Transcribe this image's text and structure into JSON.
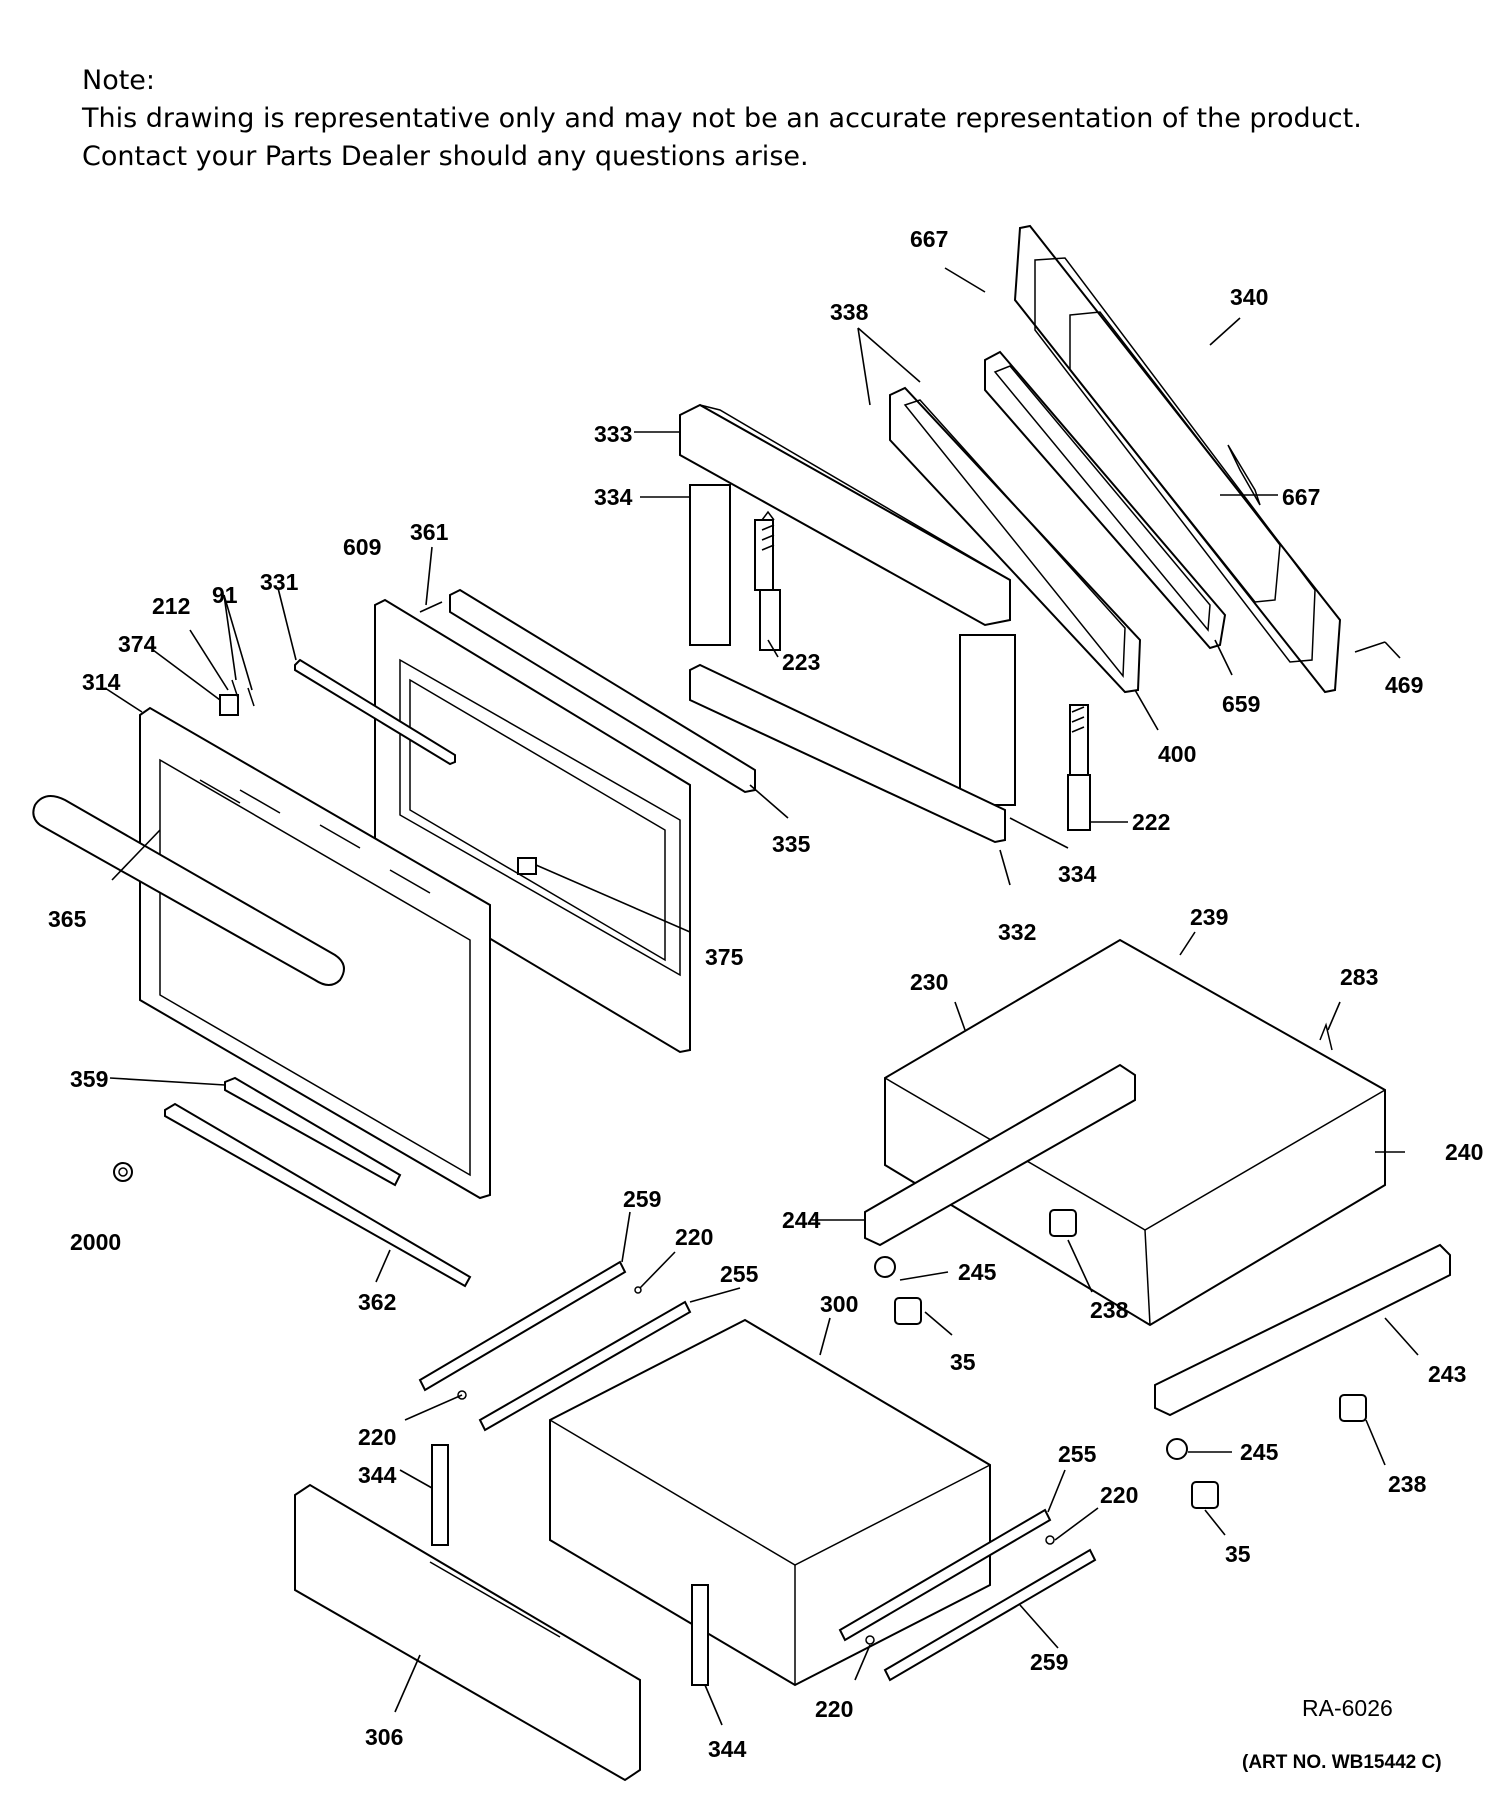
{
  "note": {
    "heading": "Note:",
    "line1": "This drawing is representative only and may not be an accurate representation of the product.",
    "line2": "Contact your Parts Dealer should any questions arise."
  },
  "footer": {
    "ref": "RA-6026",
    "art_no": "(ART NO. WB15442 C)"
  },
  "callouts": [
    "667",
    "340",
    "338",
    "333",
    "334",
    "667",
    "223",
    "361",
    "609",
    "212",
    "91",
    "331",
    "374",
    "314",
    "469",
    "659",
    "400",
    "335",
    "222",
    "334",
    "365",
    "375",
    "332",
    "239",
    "230",
    "283",
    "359",
    "240",
    "2000",
    "259",
    "220",
    "255",
    "300",
    "244",
    "245",
    "238",
    "35",
    "243",
    "362",
    "220",
    "344",
    "255",
    "220",
    "245",
    "238",
    "35",
    "259",
    "220",
    "306",
    "344"
  ]
}
